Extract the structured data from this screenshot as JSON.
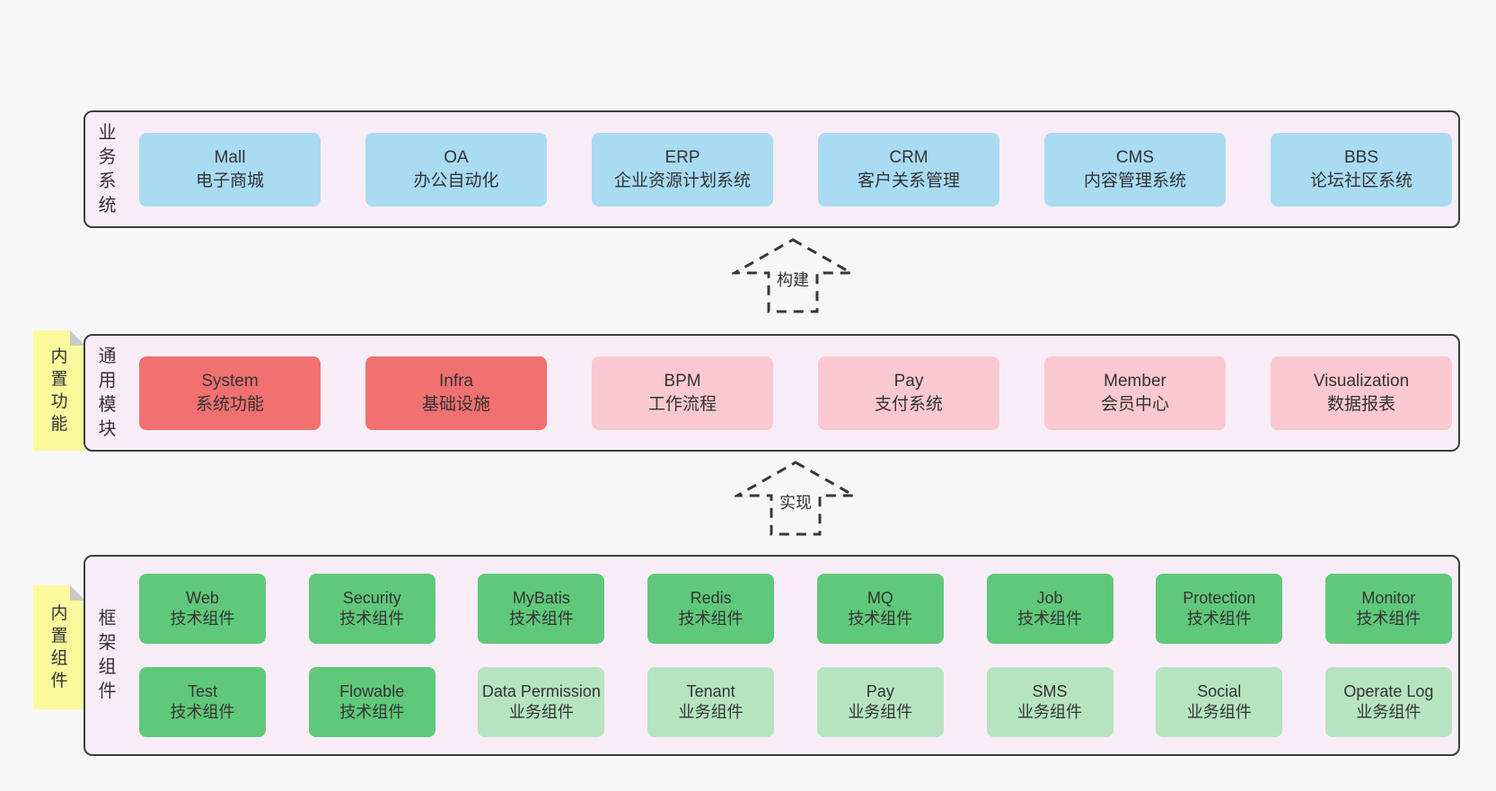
{
  "palette": {
    "page-bg": "#f7f7f7",
    "section-bg": "#f8edf6",
    "section-border": "#3d3d3d",
    "blue": "#a9dbf3",
    "red": "#f17070",
    "pink": "#f9c8d1",
    "green-dark": "#60c87a",
    "green-light": "#b6e4c0",
    "yellow": "#fafa9d",
    "fold": "#c9c9c9",
    "arrow-stroke": "#383838",
    "text": "#333333"
  },
  "business": {
    "label": "业务系统",
    "boxes": [
      {
        "title": "Mall",
        "subtitle": "电子商城"
      },
      {
        "title": "OA",
        "subtitle": "办公自动化"
      },
      {
        "title": "ERP",
        "subtitle": "企业资源计划系统"
      },
      {
        "title": "CRM",
        "subtitle": "客户关系管理"
      },
      {
        "title": "CMS",
        "subtitle": "内容管理系统"
      },
      {
        "title": "BBS",
        "subtitle": "论坛社区系统"
      }
    ]
  },
  "arrows": [
    {
      "label": "构建"
    },
    {
      "label": "实现"
    }
  ],
  "modules": {
    "label": "通用模块",
    "sticky": "内置功能",
    "boxes": [
      {
        "title": "System",
        "subtitle": "系统功能",
        "variant": "red"
      },
      {
        "title": "Infra",
        "subtitle": "基础设施",
        "variant": "red"
      },
      {
        "title": "BPM",
        "subtitle": "工作流程",
        "variant": "pink"
      },
      {
        "title": "Pay",
        "subtitle": "支付系统",
        "variant": "pink"
      },
      {
        "title": "Member",
        "subtitle": "会员中心",
        "variant": "pink"
      },
      {
        "title": "Visualization",
        "subtitle": "数据报表",
        "variant": "pink"
      }
    ]
  },
  "components": {
    "label": "框架组件",
    "sticky": "内置组件",
    "row1": [
      {
        "title": "Web",
        "subtitle": "技术组件",
        "variant": "green-dark"
      },
      {
        "title": "Security",
        "subtitle": "技术组件",
        "variant": "green-dark"
      },
      {
        "title": "MyBatis",
        "subtitle": "技术组件",
        "variant": "green-dark"
      },
      {
        "title": "Redis",
        "subtitle": "技术组件",
        "variant": "green-dark"
      },
      {
        "title": "MQ",
        "subtitle": "技术组件",
        "variant": "green-dark"
      },
      {
        "title": "Job",
        "subtitle": "技术组件",
        "variant": "green-dark"
      },
      {
        "title": "Protection",
        "subtitle": "技术组件",
        "variant": "green-dark"
      },
      {
        "title": "Monitor",
        "subtitle": "技术组件",
        "variant": "green-dark"
      }
    ],
    "row2": [
      {
        "title": "Test",
        "subtitle": "技术组件",
        "variant": "green-dark"
      },
      {
        "title": "Flowable",
        "subtitle": "技术组件",
        "variant": "green-dark"
      },
      {
        "title": "Data Permission",
        "subtitle": "业务组件",
        "variant": "green-light"
      },
      {
        "title": "Tenant",
        "subtitle": "业务组件",
        "variant": "green-light"
      },
      {
        "title": "Pay",
        "subtitle": "业务组件",
        "variant": "green-light"
      },
      {
        "title": "SMS",
        "subtitle": "业务组件",
        "variant": "green-light"
      },
      {
        "title": "Social",
        "subtitle": "业务组件",
        "variant": "green-light"
      },
      {
        "title": "Operate Log",
        "subtitle": "业务组件",
        "variant": "green-light"
      }
    ]
  }
}
